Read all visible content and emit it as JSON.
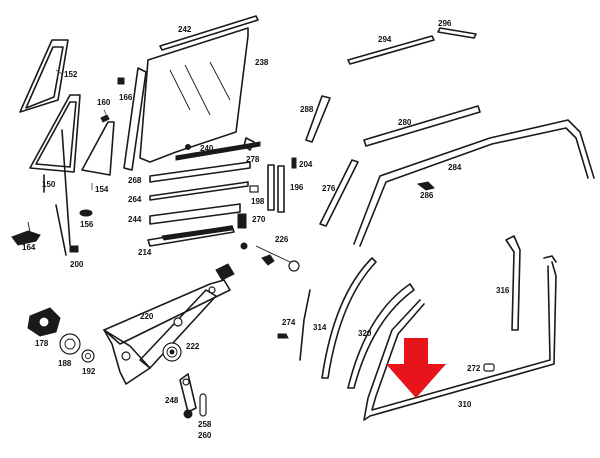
{
  "parts": {
    "p152": "152",
    "p150": "150",
    "p160": "160",
    "p166": "166",
    "p154": "154",
    "p156": "156",
    "p164": "164",
    "p200": "200",
    "p242": "242",
    "p238": "238",
    "p240": "240",
    "p268": "268",
    "p264": "264",
    "p244": "244",
    "p214": "214",
    "p278": "278",
    "p204": "204",
    "p196": "196",
    "p198": "198",
    "p270": "270",
    "p226": "226",
    "p220": "220",
    "p222": "222",
    "p178": "178",
    "p188": "188",
    "p192": "192",
    "p248": "248",
    "p258": "258",
    "p260": "260",
    "p294": "294",
    "p296": "296",
    "p288": "288",
    "p280": "280",
    "p276": "276",
    "p284": "284",
    "p286": "286",
    "p316": "316",
    "p274": "274",
    "p314": "314",
    "p320": "320",
    "p272": "272",
    "p310": "310"
  },
  "highlight": {
    "arrow_color": "#e8141b",
    "target": "310"
  },
  "line_color": "#1a1a1a",
  "background": "#ffffff"
}
